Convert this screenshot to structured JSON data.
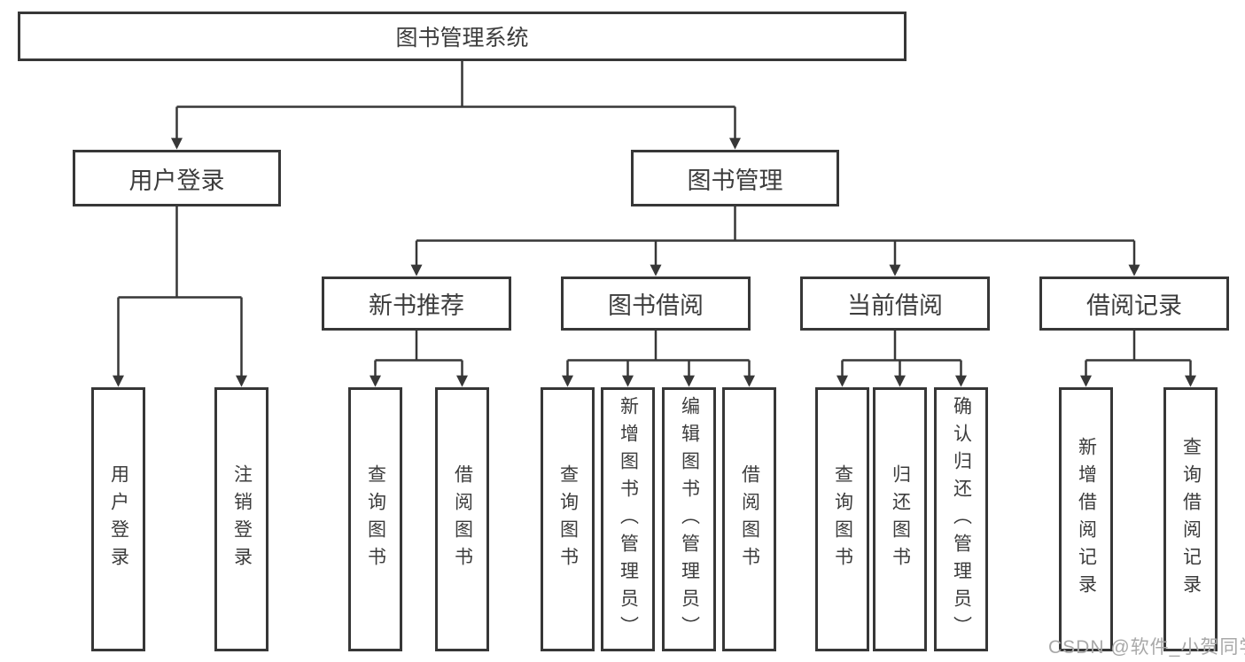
{
  "diagram": {
    "nodes": {
      "root": {
        "label": "图书管理系统"
      },
      "user_login": {
        "label": "用户登录"
      },
      "book_mgmt": {
        "label": "图书管理"
      },
      "new_book_rec": {
        "label": "新书推荐"
      },
      "book_borrow": {
        "label": "图书借阅"
      },
      "current_borrow": {
        "label": "当前借阅"
      },
      "borrow_records": {
        "label": "借阅记录"
      },
      "login": {
        "label": "用户登录"
      },
      "logout": {
        "label": "注销登录"
      },
      "nbr_query": {
        "label": "查询图书"
      },
      "nbr_borrow": {
        "label": "借阅图书"
      },
      "bb_query": {
        "label": "查询图书"
      },
      "bb_add": {
        "label": "新增图书（管理员）"
      },
      "bb_edit": {
        "label": "编辑图书（管理员）"
      },
      "bb_borrow": {
        "label": "借阅图书"
      },
      "cb_query": {
        "label": "查询图书"
      },
      "cb_return": {
        "label": "归还图书"
      },
      "cb_confirm": {
        "label": "确认归还（管理员）"
      },
      "br_add": {
        "label": "新增借阅记录"
      },
      "br_query": {
        "label": "查询借阅记录"
      }
    },
    "hierarchy": {
      "图书管理系统": [
        "用户登录",
        "图书管理"
      ],
      "用户登录": [
        "用户登录",
        "注销登录"
      ],
      "图书管理": [
        "新书推荐",
        "图书借阅",
        "当前借阅",
        "借阅记录"
      ],
      "新书推荐": [
        "查询图书",
        "借阅图书"
      ],
      "图书借阅": [
        "查询图书",
        "新增图书（管理员）",
        "编辑图书（管理员）",
        "借阅图书"
      ],
      "当前借阅": [
        "查询图书",
        "归还图书",
        "确认归还（管理员）"
      ],
      "借阅记录": [
        "新增借阅记录",
        "查询借阅记录"
      ]
    },
    "watermark": "CSDN @软件_小贺同学",
    "colors": {
      "line": "#373737",
      "text": "#3c3c3c",
      "watermark": "#a8a8a8",
      "background": "#ffffff"
    }
  }
}
